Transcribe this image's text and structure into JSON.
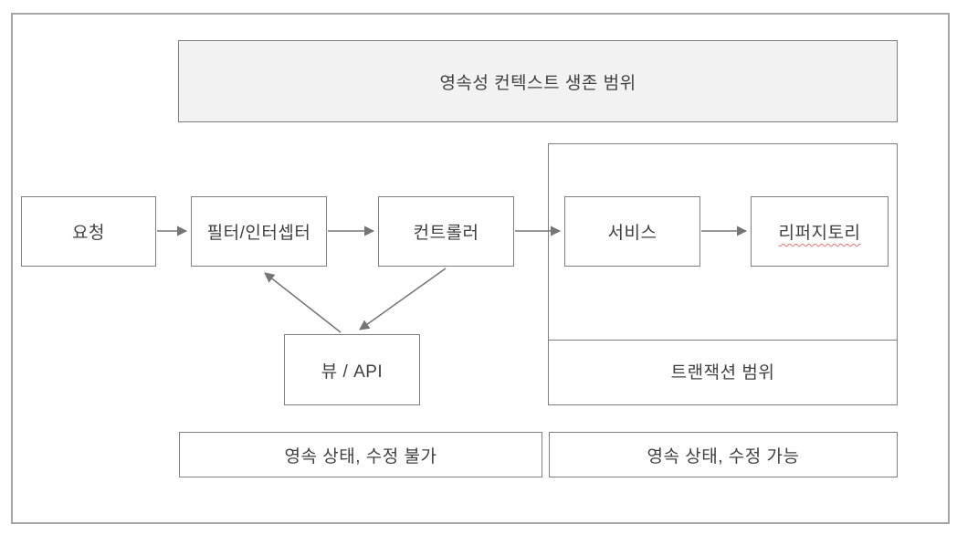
{
  "diagram": {
    "banner_label": "영속성 컨텍스트 생존 범위",
    "nodes": {
      "request": "요청",
      "filter_interceptor": "필터/인터셉터",
      "controller": "컨트롤러",
      "service": "서비스",
      "repository": "리퍼지토리",
      "view_api": "뷰 / API"
    },
    "transaction_scope_label": "트랜잭션 범위",
    "footer_left": "영속 상태, 수정 불가",
    "footer_right": "영속 상태, 수정 가능",
    "arrows": [
      {
        "from": "request",
        "to": "filter_interceptor"
      },
      {
        "from": "filter_interceptor",
        "to": "controller"
      },
      {
        "from": "controller",
        "to": "service"
      },
      {
        "from": "service",
        "to": "repository"
      },
      {
        "from": "controller",
        "to": "view_api"
      },
      {
        "from": "view_api",
        "to": "filter_interceptor"
      }
    ],
    "colors": {
      "banner_fill": "#f2f2f2",
      "box_border": "#7f7f7f",
      "outer_border": "#a6a6a6",
      "arrow": "#757575",
      "text": "#404040",
      "spellcheck_underline": "#e57373"
    }
  }
}
